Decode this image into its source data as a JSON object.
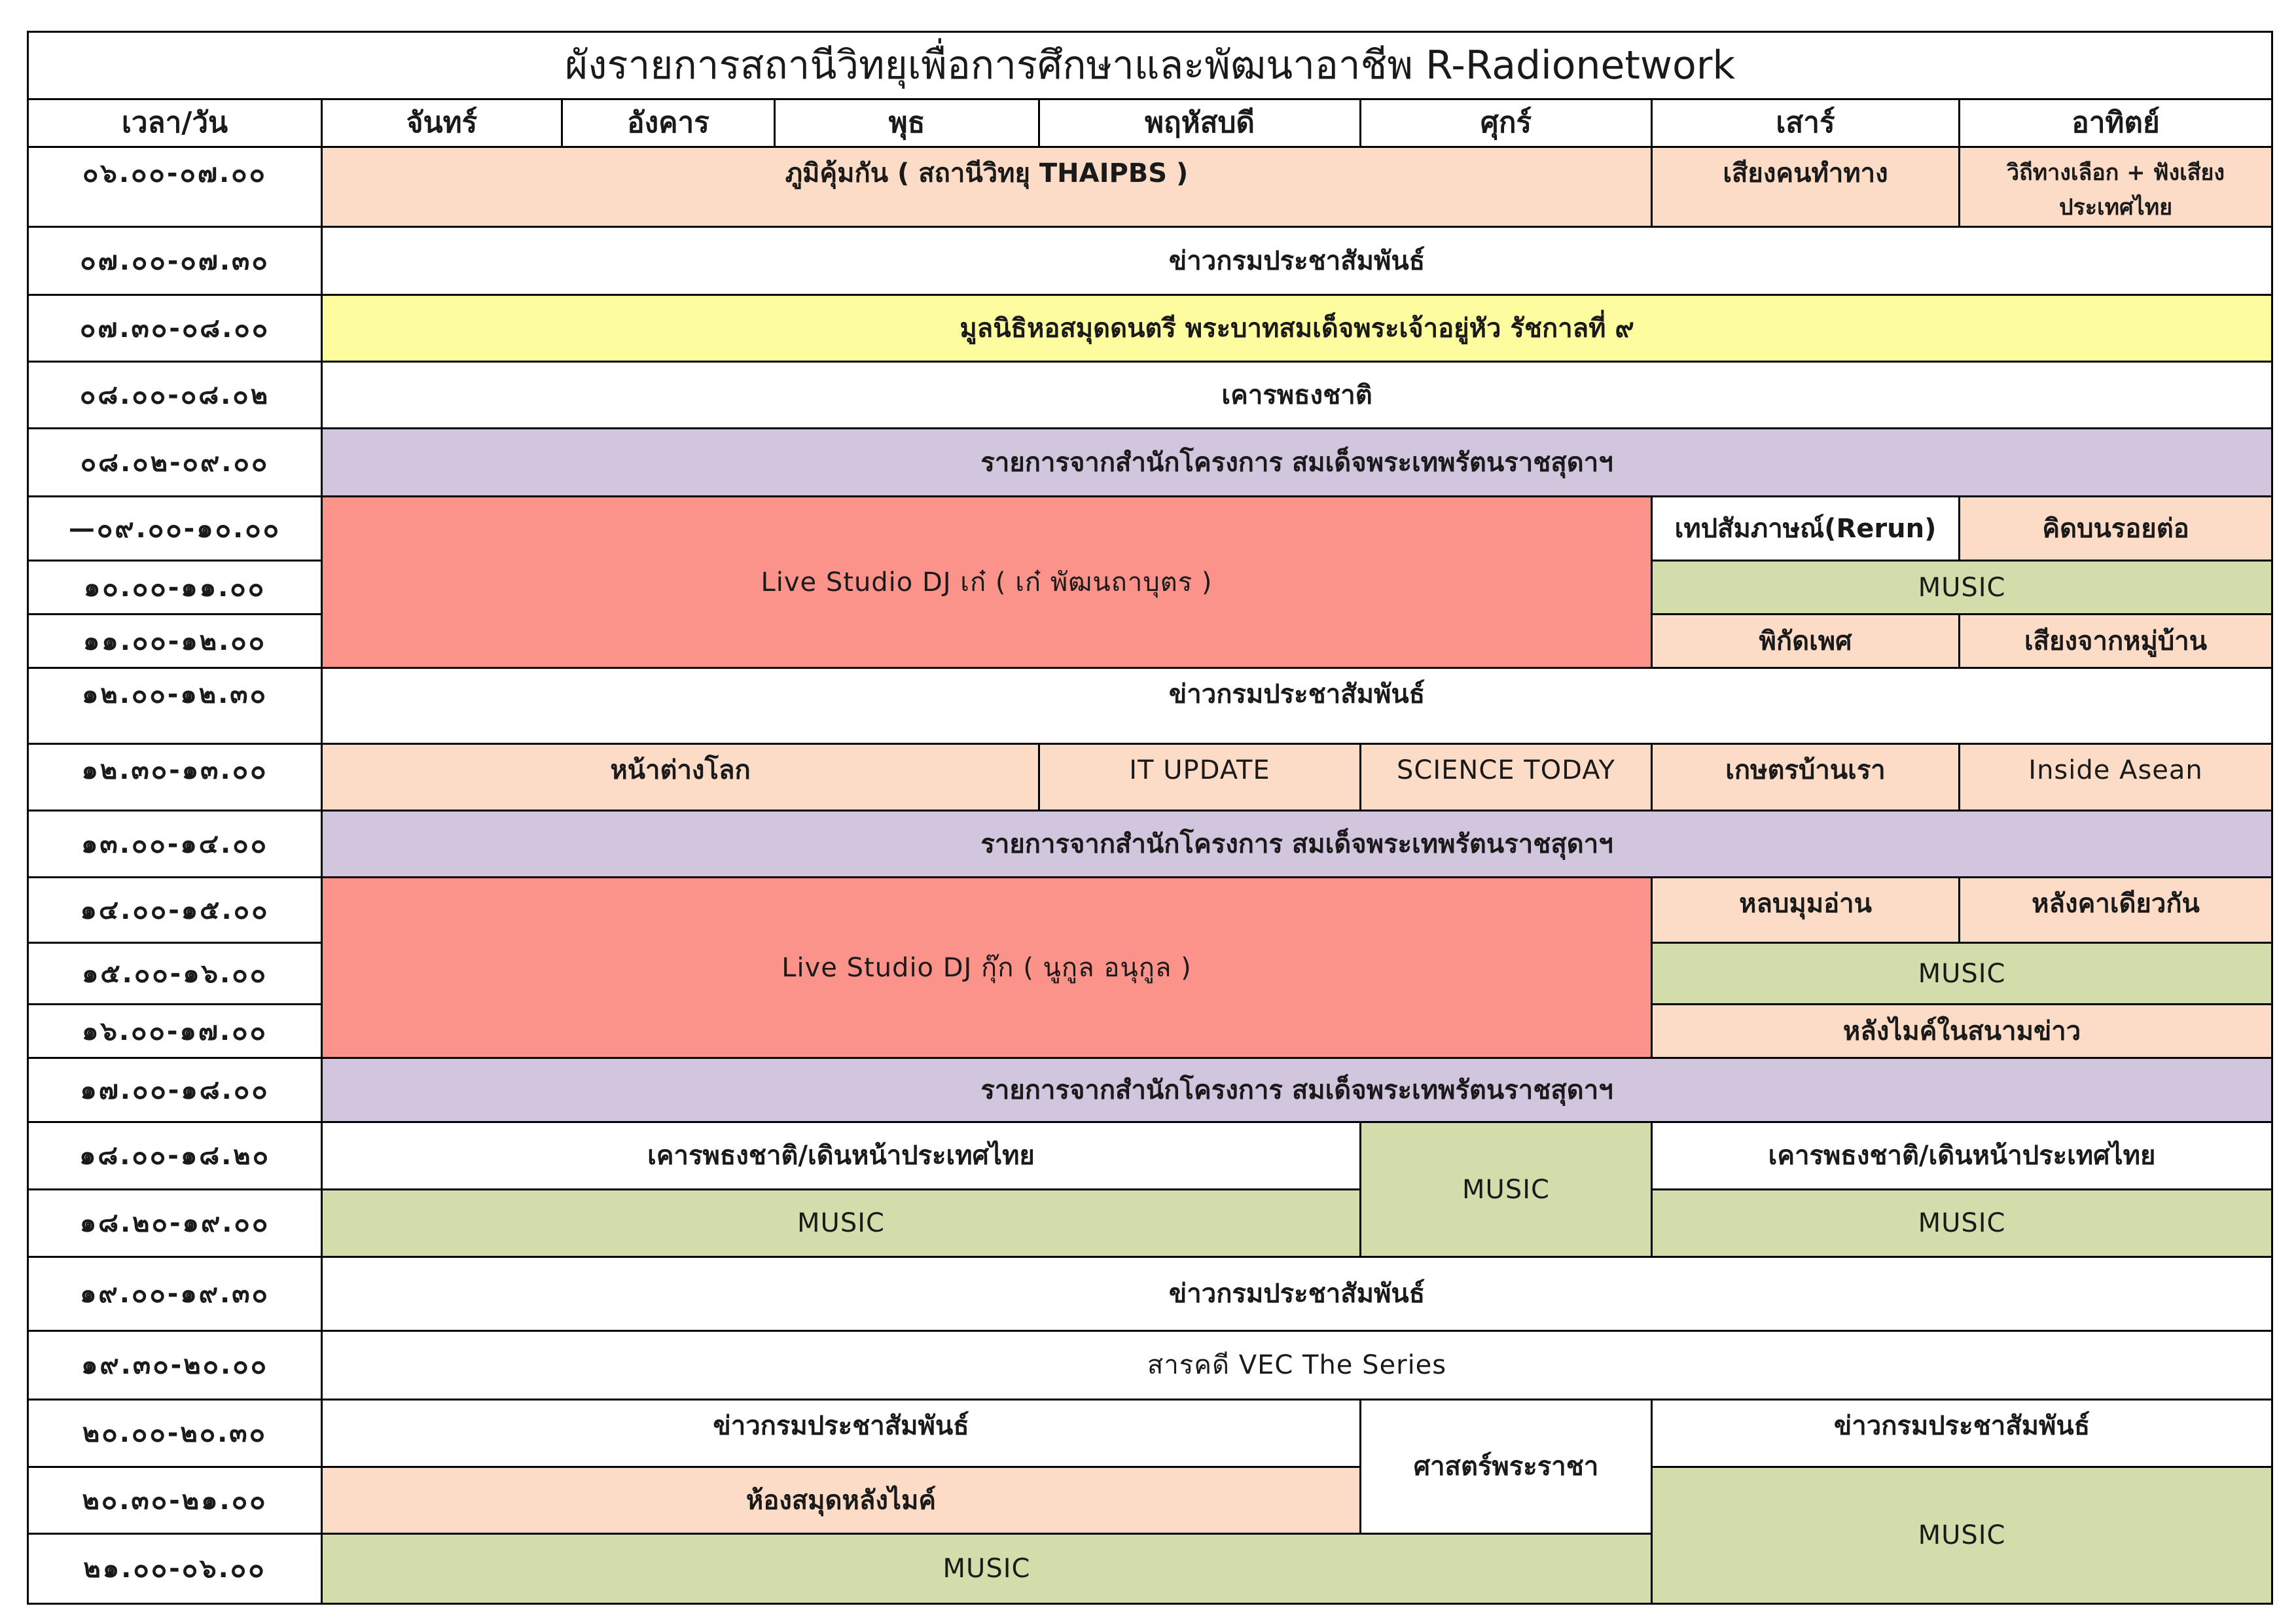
{
  "title": "ผังรายการสถานีวิทยุเพื่อการศึกษาและพัฒนาอาชีพ R-Radionetwork",
  "colors": {
    "peach": "#FCDCC7",
    "salmon": "#FC938B",
    "lavender": "#D2C5DE",
    "yellow": "#FDFC9E",
    "green": "#D3DDAB",
    "white": "#FFFFFF"
  },
  "headers": {
    "time": "เวลา/วัน",
    "mon": "จันทร์",
    "tue": "อังคาร",
    "wed": "พุธ",
    "thu": "พฤหัสบดี",
    "fri": "ศุกร์",
    "sat": "เสาร์",
    "sun": "อาทิตย์"
  },
  "times": [
    "๐๖.๐๐-๐๗.๐๐",
    "๐๗.๐๐-๐๗.๓๐",
    "๐๗.๓๐-๐๘.๐๐",
    "๐๘.๐๐-๐๘.๐๒",
    "๐๘.๐๒-๐๙.๐๐",
    "—๐๙.๐๐-๑๐.๐๐",
    "๑๐.๐๐-๑๑.๐๐",
    "๑๑.๐๐-๑๒.๐๐",
    "๑๒.๐๐-๑๒.๓๐",
    "๑๒.๓๐-๑๓.๐๐",
    "๑๓.๐๐-๑๔.๐๐",
    "๑๔.๐๐-๑๕.๐๐",
    "๑๕.๐๐-๑๖.๐๐",
    "๑๖.๐๐-๑๗.๐๐",
    "๑๗.๐๐-๑๘.๐๐",
    "๑๘.๐๐-๑๘.๒๐",
    "๑๘.๒๐-๑๙.๐๐",
    "๑๙.๐๐-๑๙.๓๐",
    "๑๙.๓๐-๒๐.๐๐",
    "๒๐.๐๐-๒๐.๓๐",
    "๒๐.๓๐-๒๑.๐๐",
    "๒๑.๐๐-๐๖.๐๐"
  ],
  "programs": {
    "r0_weekday": "ภูมิคุ้มกัน ( สถานีวิทยุ THAIPBS )",
    "r0_sat": "เสียงคนทำทาง",
    "r0_sun": "วิถีทางเลือก + ฟังเสียงประเทศไทย",
    "r1_all": "ข่าวกรมประชาสัมพันธ์",
    "r2_all": "มูลนิธิหอสมุดดนตรี พระบาทสมเด็จพระเจ้าอยู่หัว รัชกาลที่ ๙",
    "r3_all": "เคารพธงชาติ",
    "r4_all": "รายการจากสำนักโครงการ สมเด็จพระเทพรัตนราชสุดาฯ",
    "r5_live": "Live Studio DJ เก๋ ( เก๋ พัฒนถาบุตร )",
    "r5_sat": "เทปสัมภาษณ์(Rerun)",
    "r5_sun": "คิดบนรอยต่อ",
    "r6_weekend": "MUSIC",
    "r7_sat": "พิกัดเพศ",
    "r7_sun": "เสียงจากหมู่บ้าน",
    "r8_all": "ข่าวกรมประชาสัมพันธ์",
    "r9_mtw": "หน้าต่างโลก",
    "r9_thu": "IT UPDATE",
    "r9_fri": "SCIENCE TODAY",
    "r9_sat": "เกษตรบ้านเรา",
    "r9_sun": "Inside Asean",
    "r10_all": "รายการจากสำนักโครงการ สมเด็จพระเทพรัตนราชสุดาฯ",
    "r11_live": "Live Studio DJ กุ๊ก ( นูกูล อนุกูล )",
    "r11_sat": "หลบมุมอ่าน",
    "r11_sun": "หลังคาเดียวกัน",
    "r12_weekend": "MUSIC",
    "r13_weekend": "หลังไมค์ในสนามข่าว",
    "r14_all": "รายการจากสำนักโครงการ สมเด็จพระเทพรัตนราชสุดาฯ",
    "r15_mon_thu": "เคารพธงชาติ/เดินหน้าประเทศไทย",
    "r15_fri": "MUSIC",
    "r15_weekend": "เคารพธงชาติ/เดินหน้าประเทศไทย",
    "r16_mon_thu": "MUSIC",
    "r16_weekend": "MUSIC",
    "r17_all": "ข่าวกรมประชาสัมพันธ์",
    "r18_all": "สารคดี VEC The Series",
    "r19_mon_thu": "ข่าวกรมประชาสัมพันธ์",
    "r19_fri": "ศาสตร์พระราชา",
    "r19_weekend": "ข่าวกรมประชาสัมพันธ์",
    "r20_mon_thu": "ห้องสมุดหลังไมค์",
    "r20_weekend": "MUSIC",
    "r21_weekday": "MUSIC"
  }
}
